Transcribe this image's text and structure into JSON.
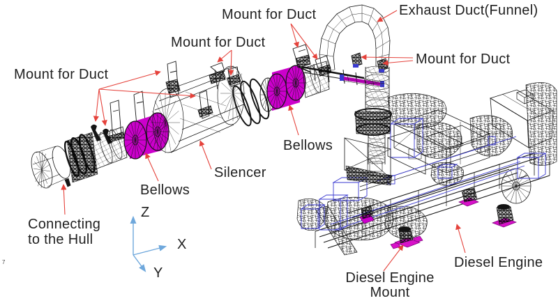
{
  "figure": {
    "title_context": "Exhaust system and diesel engine wireframe diagram",
    "colors": {
      "background": "#ffffff",
      "wireframe_black": "#141414",
      "wireframe_blue": "#3a3ad0",
      "bellows_magenta": "#cc00cc",
      "mount_magenta": "#d811c9",
      "annotation_red": "#e5423b",
      "axis_blue": "#6fa8dc",
      "text": "#1f1f1f"
    },
    "labels": {
      "mount_for_duct_top": "Mount for Duct",
      "mount_for_duct_mid": "Mount for Duct",
      "mount_for_duct_left": "Mount for Duct",
      "mount_for_duct_right": "Mount for Duct",
      "exhaust_duct": "Exhaust Duct(Funnel)",
      "bellows_right": "Bellows",
      "bellows_left": "Bellows",
      "silencer": "Silencer",
      "connecting_line1": "Connecting",
      "connecting_line2": "to the Hull",
      "diesel_engine": "Diesel Engine",
      "diesel_engine_mount_line1": "Diesel Engine",
      "diesel_engine_mount_line2": "Mount",
      "corner_mark": "7"
    },
    "axes": {
      "x": "X",
      "y": "Y",
      "z": "Z"
    }
  }
}
